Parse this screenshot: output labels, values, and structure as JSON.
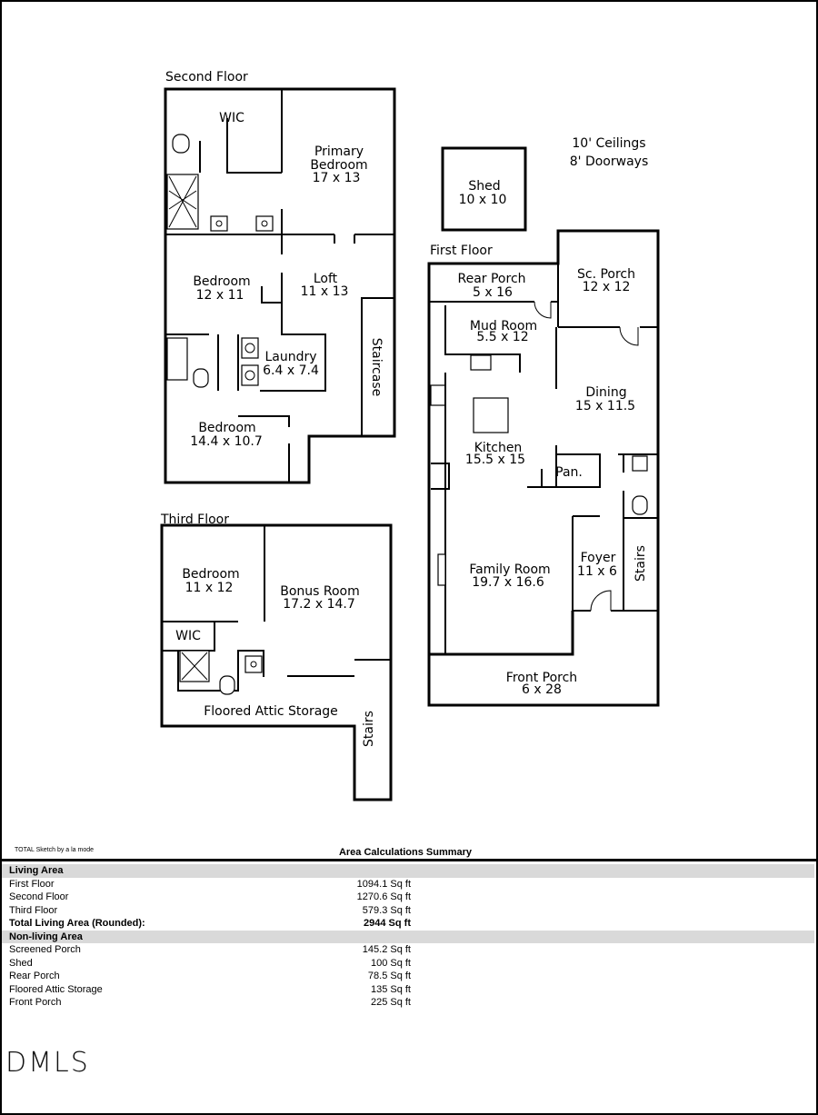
{
  "floors": {
    "second": "Second Floor",
    "third": "Third Floor",
    "first": "First Floor"
  },
  "notes": {
    "ceilings": "10' Ceilings",
    "doorways": "8' Doorways"
  },
  "rooms": {
    "wic2": "WIC",
    "primary_name1": "Primary",
    "primary_name2": "Bedroom",
    "primary_dims": "17 x 13",
    "bed2a_name": "Bedroom",
    "bed2a_dims": "12 x 11",
    "loft_name": "Loft",
    "loft_dims": "11 x 13",
    "laundry_name": "Laundry",
    "laundry_dims": "6.4 x 7.4",
    "staircase": "Staircase",
    "bed2b_name": "Bedroom",
    "bed2b_dims": "14.4 x 10.7",
    "bed3_name": "Bedroom",
    "bed3_dims": "11 x 12",
    "bonus_name": "Bonus Room",
    "bonus_dims": "17.2 x 14.7",
    "wic3": "WIC",
    "attic": "Floored Attic Storage",
    "stairs3": "Stairs",
    "shed_name": "Shed",
    "shed_dims": "10 x 10",
    "rear_porch_name": "Rear Porch",
    "rear_porch_dims": "5 x 16",
    "sc_porch_name": "Sc. Porch",
    "sc_porch_dims": "12 x 12",
    "mud_name": "Mud Room",
    "mud_dims": "5.5 x 12",
    "dining_name": "Dining",
    "dining_dims": "15 x 11.5",
    "kitchen_name": "Kitchen",
    "kitchen_dims": "15.5 x 15",
    "pantry": "Pan.",
    "family_name": "Family Room",
    "family_dims": "19.7 x 16.6",
    "foyer_name": "Foyer",
    "foyer_dims": "11 x 6",
    "stairs1": "Stairs",
    "front_porch_name": "Front Porch",
    "front_porch_dims": "6 x 28"
  },
  "footer": {
    "credit": "TOTAL Sketch by a la mode",
    "title": "Area Calculations Summary",
    "logo": "DMLS"
  },
  "summary": {
    "living_header": "Living Area",
    "living": [
      {
        "label": "First Floor",
        "value": "1094.1 Sq ft"
      },
      {
        "label": "Second Floor",
        "value": "1270.6 Sq ft"
      },
      {
        "label": "Third Floor",
        "value": "579.3 Sq ft"
      }
    ],
    "total": {
      "label": "Total Living Area (Rounded):",
      "value": "2944 Sq ft"
    },
    "nonliving_header": "Non-living Area",
    "nonliving": [
      {
        "label": "Screened Porch",
        "value": "145.2 Sq ft"
      },
      {
        "label": "Shed",
        "value": "100 Sq ft"
      },
      {
        "label": "Rear Porch",
        "value": "78.5 Sq ft"
      },
      {
        "label": "Floored Attic Storage",
        "value": "135 Sq ft"
      },
      {
        "label": "Front Porch",
        "value": "225 Sq ft"
      }
    ]
  }
}
